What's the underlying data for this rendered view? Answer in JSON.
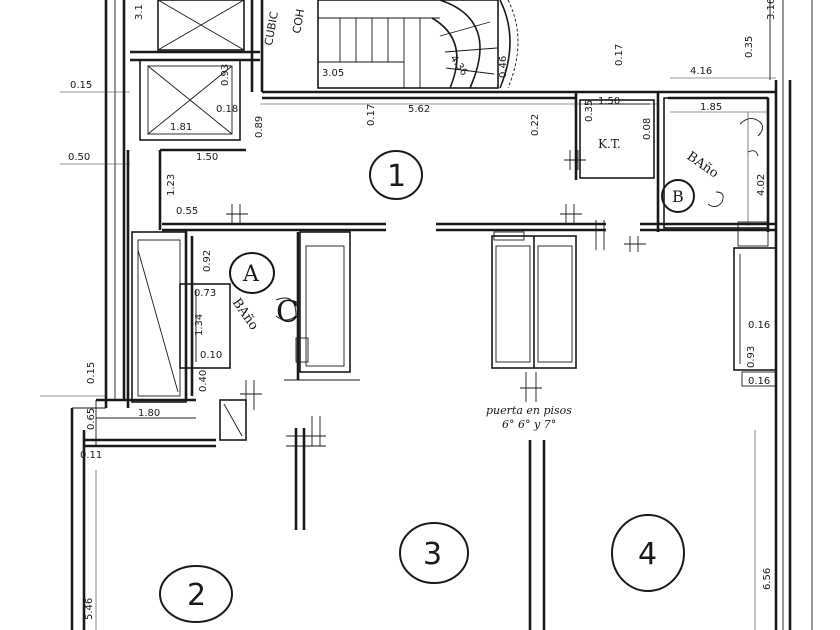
{
  "rooms": [
    {
      "id": "1",
      "label": "1"
    },
    {
      "id": "2",
      "label": "2"
    },
    {
      "id": "3",
      "label": "3"
    },
    {
      "id": "4",
      "label": "4"
    }
  ],
  "fixtures": {
    "bano_a_letter": "A",
    "bano_a_word": "BAño",
    "bano_a_extra": "C",
    "bano_b_letter": "B",
    "bano_b_word": "BAño",
    "kitchen": "K.T."
  },
  "header_text": {
    "cubicle": "CUBIC",
    "cubicle_sub": "COH"
  },
  "note": {
    "line1": "puerta en pisos",
    "line2": "6° 6° y 7°"
  },
  "dimensions": [
    "3.05",
    "4.36",
    "0.46",
    "0.17",
    "4.16",
    "0.35",
    "0.15",
    "0.93",
    "0.18",
    "1.81",
    "0.89",
    "0.17",
    "5.62",
    "0.22",
    "1.50",
    "0.35",
    "0.08",
    "1.85",
    "0.50",
    "1.50",
    "1.23",
    "0.55",
    "4.02",
    "0.92",
    "0.73",
    "1.34",
    "0.10",
    "0.40",
    "0.15",
    "0.65",
    "1.80",
    "0.11",
    "0.16",
    "0.93",
    "0.16",
    "5.46",
    "6.56",
    "3.16",
    "3.1"
  ]
}
